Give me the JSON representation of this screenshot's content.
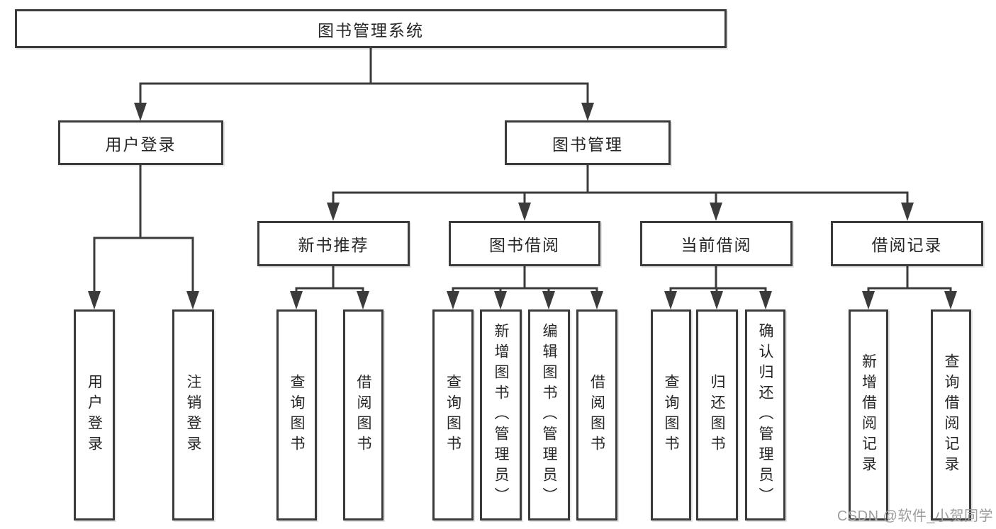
{
  "tree": {
    "root": "图书管理系统",
    "branches": [
      {
        "label": "用户登录",
        "leaves": [
          "用户登录",
          "注销登录"
        ]
      },
      {
        "label": "图书管理",
        "sections": [
          {
            "label": "新书推荐",
            "leaves": [
              "查询图书",
              "借阅图书"
            ]
          },
          {
            "label": "图书借阅",
            "leaves": [
              "查询图书",
              "新增图书（管理员）",
              "编辑图书（管理员）",
              "借阅图书"
            ]
          },
          {
            "label": "当前借阅",
            "leaves": [
              "查询图书",
              "归还图书",
              "确认归还（管理员）"
            ]
          },
          {
            "label": "借阅记录",
            "leaves": [
              "新增借阅记录",
              "查询借阅记录"
            ]
          }
        ]
      }
    ]
  },
  "watermark": "CSDN @软件_小贺同学",
  "colors": {
    "line": "#3b3b3b",
    "box_border": "#3b3b3b",
    "text": "#262626",
    "watermark": "#9d9d9d",
    "background": "#ffffff"
  }
}
